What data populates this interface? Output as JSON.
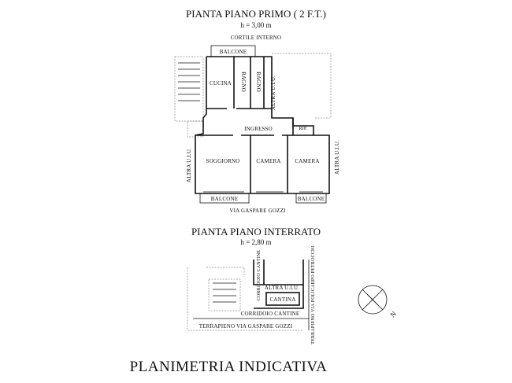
{
  "first_floor": {
    "title": "PIANTA PIANO PRIMO ( 2 F.T.)",
    "height": "h = 3,00 m",
    "courtyard": "CORTILE INTERNO",
    "balcony_top": "BALCONE",
    "kitchen": "CUCINA",
    "bath_1": "BAGNO",
    "bath_2": "BAGNO",
    "other_unit_top": "ALTRA U.I.U.",
    "entrance": "INGRESSO",
    "storage": "RIP.",
    "living": "SOGGIORNO",
    "bedroom_1": "CAMERA",
    "bedroom_2": "CAMERA",
    "other_unit_left": "ALTRA U.I.U.",
    "other_unit_right": "ALTRA U.I.U.",
    "balcony_left": "BALCONE",
    "balcony_right": "BALCONE",
    "street": "VIA GASPARE GOZZI"
  },
  "basement": {
    "title": "PIANTA PIANO INTERRATO",
    "height": "h = 2,80 m",
    "corridor_vertical": "CORRIDOIO CANTINE",
    "other_unit": "ALTRA U.I.U.",
    "cellar": "CANTINA",
    "corridor_horizontal": "CORRIDOIO CANTINE",
    "embankment_right": "TERRAPIENO VIA POLICARPO PETROCCHI",
    "embankment_bottom": "TERRAPIENO VIA GASPARE GOZZI"
  },
  "compass": {
    "north": "N"
  },
  "footer": {
    "title": "PLANIMETRIA INDICATIVA"
  }
}
